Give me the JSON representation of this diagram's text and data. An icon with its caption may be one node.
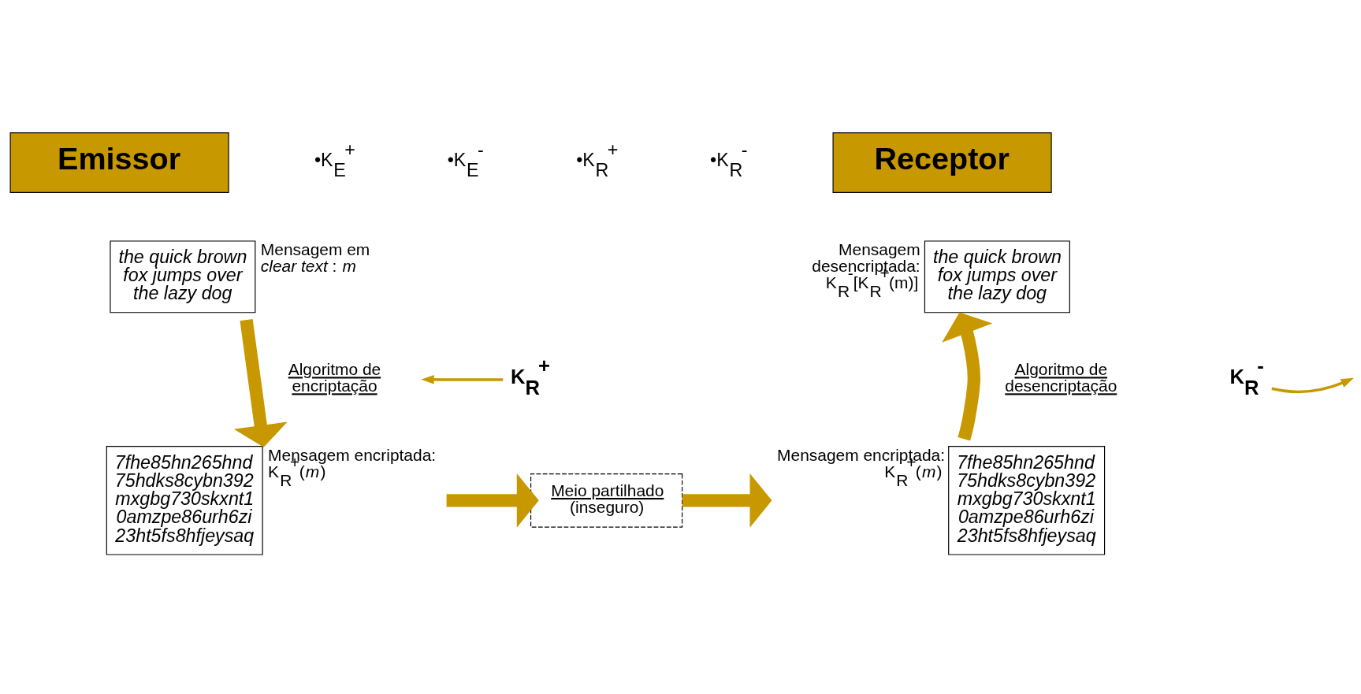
{
  "diagram": {
    "nodes": [
      {
        "text": [
          "Emissor"
        ]
      },
      {
        "text": [
          "Receptor"
        ]
      },
      {
        "text": [
          "the quick brown fox jumps over the lazy dog"
        ],
        "beside": [
          "Mensagem em *clear text* : *m*"
        ]
      },
      {
        "text": [
          "7fhe85hn265hnd 75hdks8cybn392 mxgbg730skxnt1 0amzpe86urh6zi 23ht5fs8hfjeysaq"
        ],
        "beside": [
          "Mensagem encriptada: K$_{R}$$^{+}$(*m*)"
        ]
      },
      {
        "text": [
          "Meio partilhado",
          "(inseguro)"
        ]
      },
      {
        "text": [
          "7fhe85hn265hnd 75hdks8cybn392 mxgbg730skxnt1 0amzpe86urh6zi 23ht5fs8hfjeysaq"
        ],
        "beside": [
          "Mensagem encriptada: K$_{R}$$^{+}$(*m*)"
        ]
      },
      {
        "text": [
          "the quick brown fox jumps over the lazy dog"
        ],
        "beside": [
          "Mensagem desencriptada: K$_{R}$$^{-}$[K$_{R}$$^{+}$(m)]"
        ]
      },
      {
        "text": [
          "K$_{R}$$^{+}$"
        ]
      },
      {
        "text": [
          "K$_{R}$$^{-}$"
        ]
      }
    ],
    "edges": [
      {
        "from": 2,
        "to": 3,
        "arrow": "to",
        "label": "Algoritmo de encriptação"
      },
      {
        "from": 7,
        "to": null,
        "arrow": "to"
      },
      {
        "from": 3,
        "to": 4,
        "arrow": "to"
      },
      {
        "from": 4,
        "to": 5,
        "arrow": "to"
      },
      {
        "from": 5,
        "to": 6,
        "arrow": "to",
        "label": "Algoritmo de desencriptação"
      },
      {
        "from": 8,
        "to": null,
        "arrow": "to"
      }
    ],
    "labels": [
      "•K$_{E}$$^{+}$",
      "•K$_{E}$$^{-}$",
      "•K$_{R}$$^{+}$",
      "•K$_{R}$$^{-}$"
    ]
  }
}
